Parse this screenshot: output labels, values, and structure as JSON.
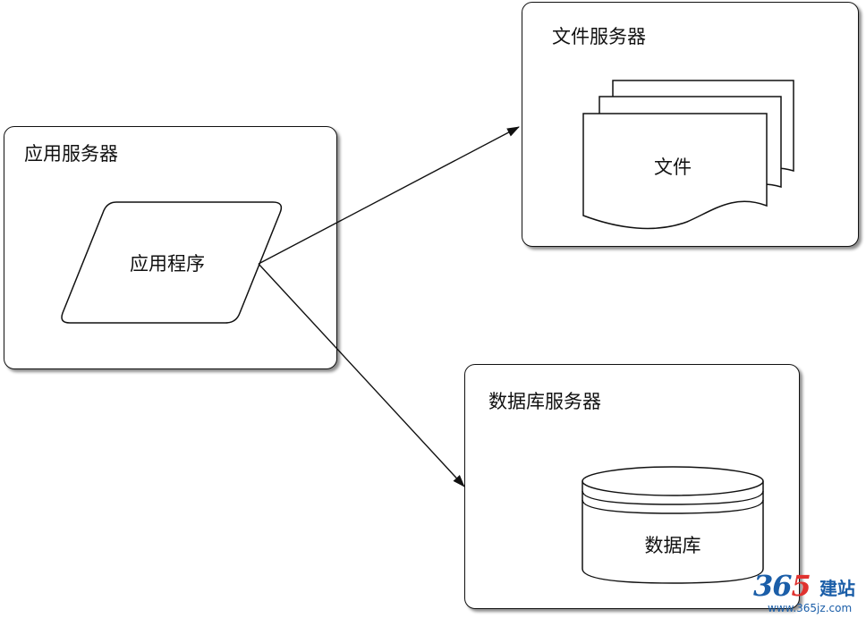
{
  "app_server": {
    "title": "应用服务器",
    "program_label": "应用程序"
  },
  "file_server": {
    "title": "文件服务器",
    "file_label": "文件"
  },
  "db_server": {
    "title": "数据库服务器",
    "database_label": "数据库"
  },
  "watermark": {
    "digits": [
      "3",
      "6",
      "5"
    ],
    "text": "建站",
    "url": "www.365jz.com",
    "colors": {
      "blue": "#1b5ea8",
      "red": "#e0322f"
    }
  }
}
